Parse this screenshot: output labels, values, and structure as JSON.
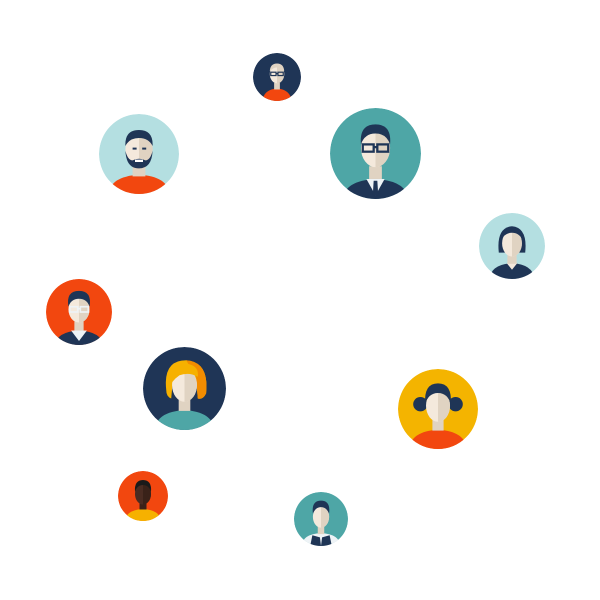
{
  "colors": {
    "navy": "#1f3556",
    "teal": "#4ea6a6",
    "light_blue": "#b4dfe1",
    "orange": "#f2470f",
    "yellow": "#f4b400",
    "skin_light": "#f4e9dc",
    "skin_shade": "#e0d3c2",
    "skin_dark": "#4a2c22",
    "hair_dark": "#1f3556",
    "hair_blonde": "#f6b100",
    "shirt_white": "#eef3f6"
  },
  "avatars": [
    {
      "id": "man-glasses-small-top",
      "icon": "person-glasses-icon",
      "bg": "navy"
    },
    {
      "id": "bearded-man",
      "icon": "person-beard-icon",
      "bg": "light_blue"
    },
    {
      "id": "businessman-glasses",
      "icon": "person-suit-glasses-icon",
      "bg": "teal"
    },
    {
      "id": "woman-short-hair",
      "icon": "person-woman-icon",
      "bg": "light_blue"
    },
    {
      "id": "man-glasses-orange",
      "icon": "person-glasses-icon",
      "bg": "orange"
    },
    {
      "id": "blonde-woman",
      "icon": "person-woman-blonde-icon",
      "bg": "navy"
    },
    {
      "id": "woman-buns",
      "icon": "person-woman-buns-icon",
      "bg": "yellow"
    },
    {
      "id": "dark-skin-man",
      "icon": "person-dark-icon",
      "bg": "orange"
    },
    {
      "id": "man-vest",
      "icon": "person-vest-icon",
      "bg": "teal"
    }
  ]
}
